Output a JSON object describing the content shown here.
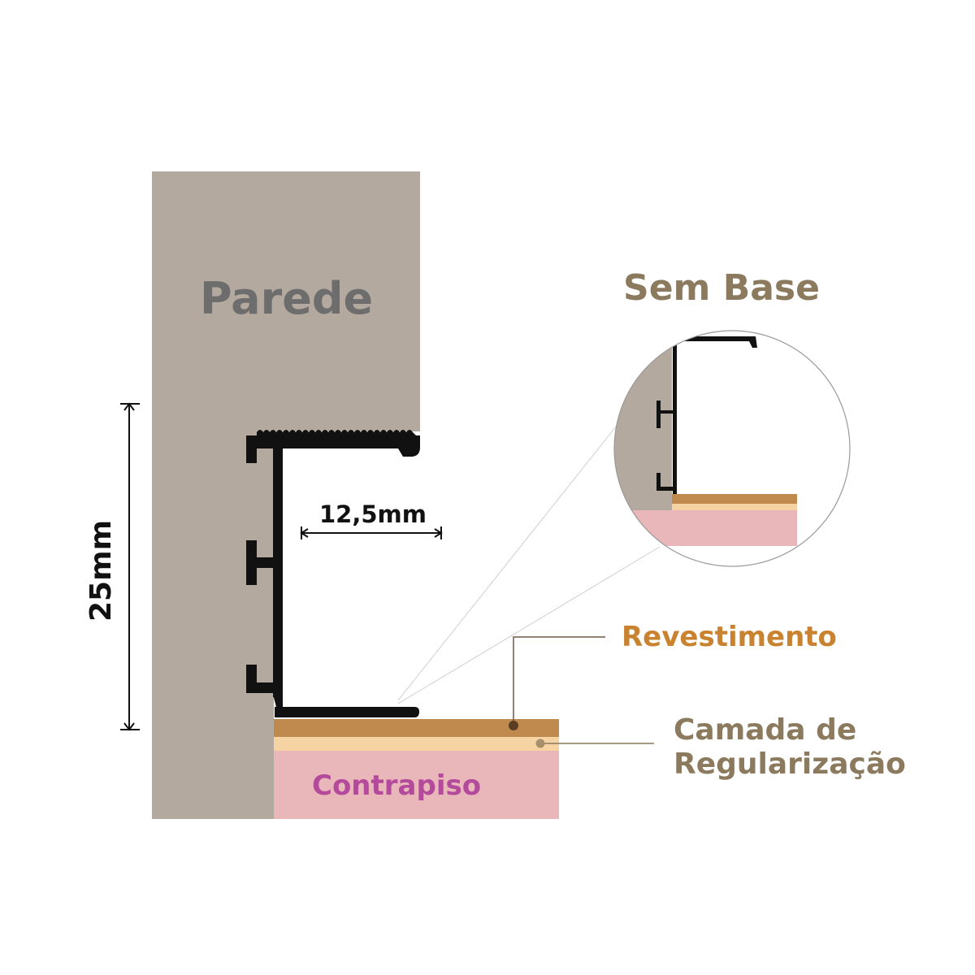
{
  "labels": {
    "wall": "Parede",
    "title": "Sem Base",
    "height_dim": "25mm",
    "width_dim": "12,5mm",
    "covering": "Revestimento",
    "leveling_line1": "Camada de",
    "leveling_line2": "Regularização",
    "subfloor": "Contrapiso"
  },
  "colors": {
    "wall": "#b3a99e",
    "covering": "#c08a4e",
    "leveling": "#f6d3a3",
    "subfloor": "#e9b7ba",
    "profile": "#111111",
    "title_text": "#8c7a5e",
    "covering_text": "#c9822f",
    "leveling_text": "#8c7a5e",
    "subfloor_text": "#b34a9b",
    "wall_text": "#6d6d6d"
  }
}
